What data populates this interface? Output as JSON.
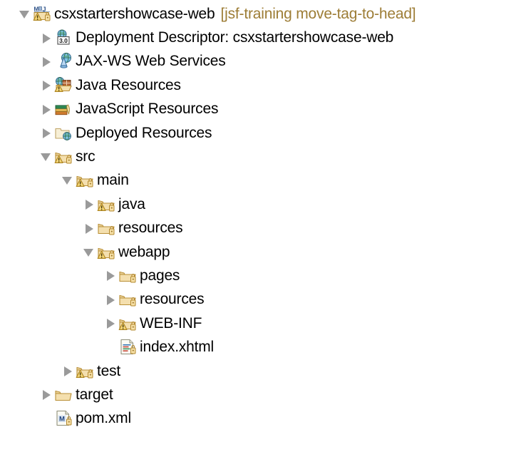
{
  "view": {
    "name": "project-explorer-tree",
    "background": "#ffffff",
    "text_color": "#000000",
    "suffix_color": "#9d7d36",
    "twisty_color": "#9a9a9a"
  },
  "tree": {
    "nodes": [
      {
        "label": "csxstartershowcase-web",
        "suffix": "[jsf-training move-tag-to-head]",
        "depth": 0,
        "state": "expanded",
        "icon": "maven-java-web-project-icon",
        "warning": true,
        "lock": true
      },
      {
        "label": "Deployment Descriptor: csxstartershowcase-web",
        "suffix": "",
        "depth": 1,
        "state": "collapsed",
        "icon": "deployment-descriptor-icon",
        "badge": "3.0",
        "warning": false,
        "lock": false
      },
      {
        "label": "JAX-WS Web Services",
        "suffix": "",
        "depth": 1,
        "state": "collapsed",
        "icon": "jax-ws-web-services-icon",
        "warning": false,
        "lock": false
      },
      {
        "label": "Java Resources",
        "suffix": "",
        "depth": 1,
        "state": "collapsed",
        "icon": "java-resources-icon",
        "warning": true,
        "lock": false
      },
      {
        "label": "JavaScript Resources",
        "suffix": "",
        "depth": 1,
        "state": "collapsed",
        "icon": "javascript-resources-icon",
        "warning": false,
        "lock": false
      },
      {
        "label": "Deployed Resources",
        "suffix": "",
        "depth": 1,
        "state": "collapsed",
        "icon": "deployed-resources-icon",
        "warning": false,
        "lock": false
      },
      {
        "label": "src",
        "suffix": "",
        "depth": 1,
        "state": "expanded",
        "icon": "folder-icon",
        "warning": true,
        "lock": true
      },
      {
        "label": "main",
        "suffix": "",
        "depth": 2,
        "state": "expanded",
        "icon": "folder-icon",
        "warning": true,
        "lock": true
      },
      {
        "label": "java",
        "suffix": "",
        "depth": 3,
        "state": "collapsed",
        "icon": "folder-icon",
        "warning": true,
        "lock": true
      },
      {
        "label": "resources",
        "suffix": "",
        "depth": 3,
        "state": "collapsed",
        "icon": "folder-icon",
        "warning": false,
        "lock": true
      },
      {
        "label": "webapp",
        "suffix": "",
        "depth": 3,
        "state": "expanded",
        "icon": "folder-icon",
        "warning": true,
        "lock": true
      },
      {
        "label": "pages",
        "suffix": "",
        "depth": 4,
        "state": "collapsed",
        "icon": "folder-icon",
        "warning": false,
        "lock": true
      },
      {
        "label": "resources",
        "suffix": "",
        "depth": 4,
        "state": "collapsed",
        "icon": "folder-icon",
        "warning": false,
        "lock": true
      },
      {
        "label": "WEB-INF",
        "suffix": "",
        "depth": 4,
        "state": "collapsed",
        "icon": "folder-icon",
        "warning": true,
        "lock": true
      },
      {
        "label": "index.xhtml",
        "suffix": "",
        "depth": 4,
        "state": "leaf",
        "icon": "xhtml-file-icon",
        "warning": false,
        "lock": true
      },
      {
        "label": "test",
        "suffix": "",
        "depth": 2,
        "state": "collapsed",
        "icon": "folder-icon",
        "warning": true,
        "lock": true
      },
      {
        "label": "target",
        "suffix": "",
        "depth": 1,
        "state": "collapsed",
        "icon": "folder-icon",
        "warning": false,
        "lock": false
      },
      {
        "label": "pom.xml",
        "suffix": "",
        "depth": 1,
        "state": "leaf",
        "icon": "maven-pom-file-icon",
        "warning": false,
        "lock": true
      }
    ]
  }
}
